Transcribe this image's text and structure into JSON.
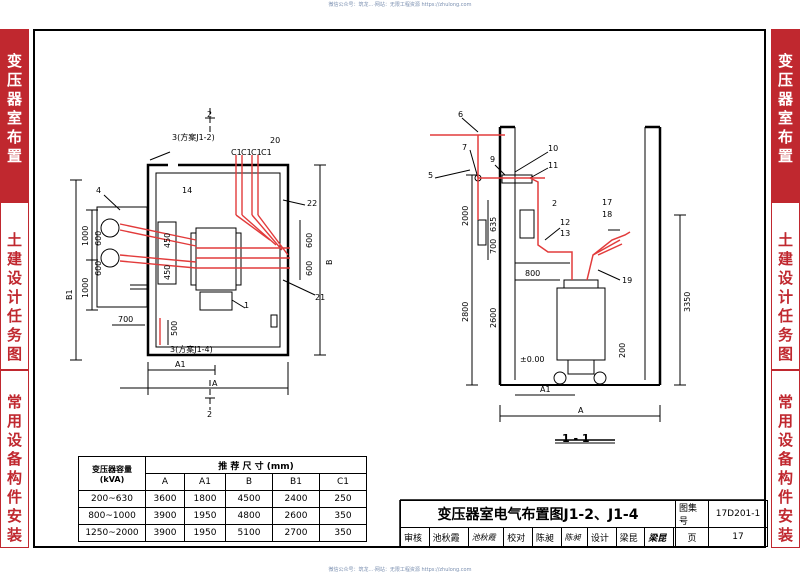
{
  "watermark_top": "微信公众号：筑龙...·网站：无限工程资源 https://zhulong.com",
  "watermark_bottom": "微信公众号：筑龙...·网站：无限工程资源 https://zhulong.com",
  "left_tabs": [
    "变压器室布置",
    "土建设计任务图",
    "常用设备构件安装"
  ],
  "right_tabs": [
    "变压器室布置",
    "土建设计任务图",
    "常用设备构件安装"
  ],
  "plan": {
    "section_mark": "2",
    "callouts": [
      "3(方案J1-2)",
      "3(方案J1-4)",
      "4",
      "14",
      "1",
      "20",
      "22",
      "21",
      "C1",
      "C1",
      "C1",
      "C1"
    ],
    "dims": [
      "1000",
      "600",
      "1000",
      "600",
      "450",
      "450",
      "600",
      "600",
      "700",
      "500",
      "A1",
      "A",
      "B",
      "B1"
    ]
  },
  "section": {
    "title": "1 - 1",
    "callouts": [
      "6",
      "7",
      "5",
      "9",
      "10",
      "11",
      "2",
      "12",
      "13",
      "17",
      "18",
      "19"
    ],
    "dims": [
      "2000",
      "635",
      "700",
      "800",
      "2800",
      "2600",
      "3350",
      "±0.00",
      "200",
      "A1",
      "A"
    ]
  },
  "table": {
    "header_left": "变压器容量\n(kVA)",
    "header_group": "推 荐 尺 寸 (mm)",
    "columns": [
      "A",
      "A1",
      "B",
      "B1",
      "C1"
    ],
    "rows": [
      {
        "kva": "200~630",
        "A": "3600",
        "A1": "1800",
        "B": "4500",
        "B1": "2400",
        "C1": "250"
      },
      {
        "kva": "800~1000",
        "A": "3900",
        "A1": "1950",
        "B": "4800",
        "B1": "2600",
        "C1": "350"
      },
      {
        "kva": "1250~2000",
        "A": "3900",
        "A1": "1950",
        "B": "5100",
        "B1": "2700",
        "C1": "350"
      }
    ]
  },
  "title_block": {
    "title": "变压器室电气布置图J1-2、J1-4",
    "atlas_label": "图集号",
    "atlas_no": "17D201-1",
    "review_label": "审核",
    "review_name": "池秋霞",
    "review_sig": "池秋霞",
    "check_label": "校对",
    "check_name": "陈昶",
    "check_sig": "陈昶",
    "design_label": "设计",
    "design_name": "梁昆",
    "design_sig": "梁昆",
    "page_label": "页",
    "page_no": "17"
  }
}
